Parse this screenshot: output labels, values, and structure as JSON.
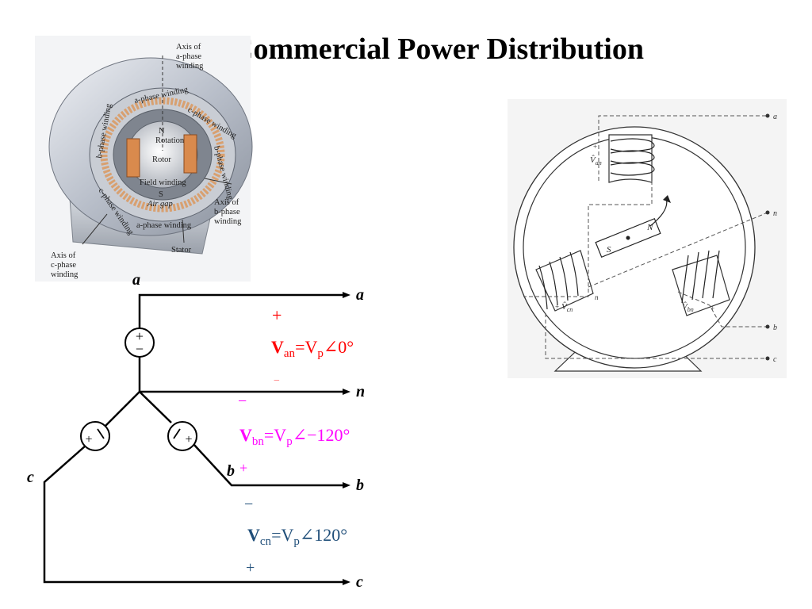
{
  "title": "Commercial Power Distribution",
  "machine_figure": {
    "labels": {
      "axis_a": [
        "Axis of",
        "a-phase",
        "winding"
      ],
      "axis_b": [
        "Axis of",
        "b-phase",
        "winding"
      ],
      "axis_c": [
        "Axis of",
        "c-phase",
        "winding"
      ],
      "stator": "Stator",
      "rotor": "Rotor",
      "rotation": "Rotation",
      "n_pole": "N",
      "s_pole": "S",
      "field_winding": "Field winding",
      "air_gap": "Air gap",
      "a_phase_winding": "a-phase winding",
      "b_phase_winding": "b-phase winding",
      "c_phase_winding": "c-phase winding"
    }
  },
  "generator_schematic": {
    "terminals": [
      "a",
      "n",
      "b",
      "c"
    ],
    "pole_n": "N",
    "pole_s": "S",
    "v_an": "V̂",
    "v_an_sub": "an",
    "v_bn": "V̂",
    "v_bn_sub": "bn",
    "v_cn": "V̂",
    "v_cn_sub": "cn",
    "neutral_label": "n",
    "plus": "+",
    "minus": "−"
  },
  "wye_circuit": {
    "node_a": "a",
    "node_b": "b",
    "node_c": "c",
    "terminal_a": "a",
    "terminal_n": "n",
    "terminal_b": "b",
    "terminal_c": "c",
    "van": {
      "bold": "V",
      "sub": "an",
      "eq": "=V",
      "psub": "p",
      "angle": "∠0°",
      "color": "#ff0000"
    },
    "vbn": {
      "bold": "V",
      "sub": "bn",
      "eq": "=V",
      "psub": "p",
      "angle": "∠−120°",
      "color": "#ff00ff"
    },
    "vcn": {
      "bold": "V",
      "sub": "cn",
      "eq": "=V",
      "psub": "p",
      "angle": "∠120°",
      "color": "#1f4e79"
    },
    "plus": "+",
    "minus": "−",
    "source_plus": "+",
    "source_minus": "−"
  }
}
